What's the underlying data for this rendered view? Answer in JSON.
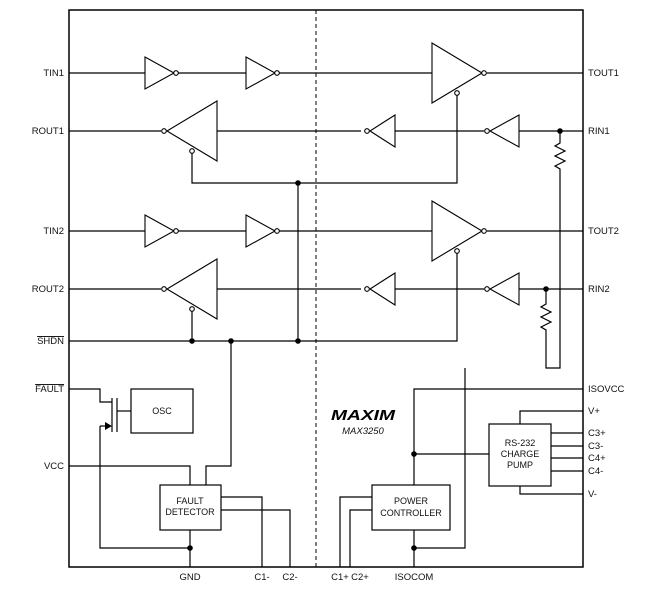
{
  "device": {
    "logo": "MAXIM",
    "part": "MAX3250"
  },
  "pins_left": {
    "tin1": "TIN1",
    "rout1": "ROUT1",
    "tin2": "TIN2",
    "rout2": "ROUT2",
    "shdn": "SHDN",
    "fault": "FAULT",
    "vcc": "VCC"
  },
  "pins_right": {
    "tout1": "TOUT1",
    "rin1": "RIN1",
    "tout2": "TOUT2",
    "rin2": "RIN2",
    "isovcc": "ISOVCC",
    "vplus": "V+",
    "c3p": "C3+",
    "c3m": "C3-",
    "c4p": "C4+",
    "c4m": "C4-",
    "vminus": "V-"
  },
  "pins_bottom": {
    "gnd": "GND",
    "c1m": "C1-",
    "c2m": "C2-",
    "c1p": "C1+",
    "c2p": "C2+",
    "isocom": "ISOCOM"
  },
  "blocks": {
    "osc": "OSC",
    "fault_detector": [
      "FAULT",
      "DETECTOR"
    ],
    "power_controller": [
      "POWER",
      "CONTROLLER"
    ],
    "charge_pump": [
      "RS-232",
      "CHARGE",
      "PUMP"
    ]
  }
}
